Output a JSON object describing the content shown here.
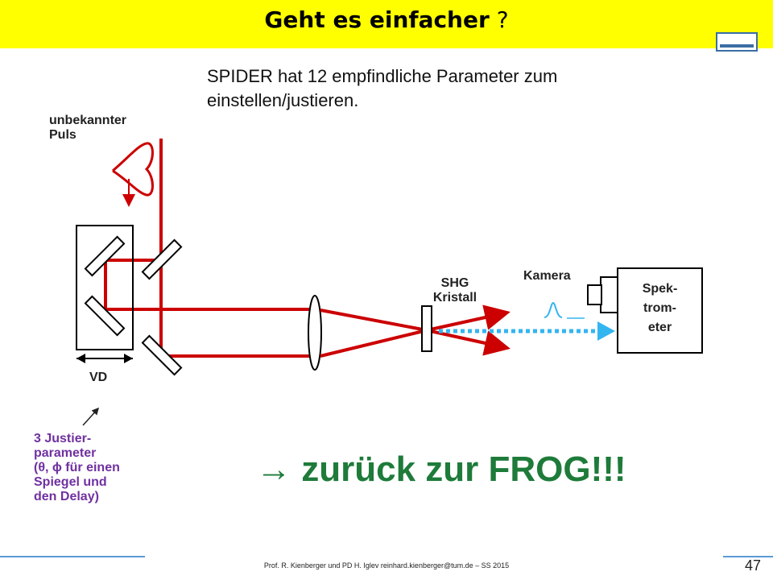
{
  "slide": {
    "title": "Geht es einfacher",
    "title_suffix": " ?",
    "intro_line1": "SPIDER hat 12 empfindliche  Parameter zum",
    "intro_line2": "einstellen/justieren.",
    "label_pulse_1": "unbekannter",
    "label_pulse_2": "Puls",
    "label_vd": "VD",
    "label_shg_1": "SHG",
    "label_shg_2": "Kristall",
    "label_kamera": "Kamera",
    "label_spek_1": "Spek-",
    "label_spek_2": "trom-",
    "label_spek_3": "eter",
    "justier_1": "3 Justier-",
    "justier_2": "parameter",
    "justier_3": "(θ, ϕ für einen",
    "justier_4": "Spiegel und",
    "justier_5": "den Delay)",
    "frog_arrow": "→",
    "frog_text": "zurück zur FROG!!!",
    "footer": "Prof. R. Kienberger und PD H. Iglev reinhard.kienberger@tum.de – SS 2015",
    "page_number": "47"
  },
  "colors": {
    "title_bg": "#ffff00",
    "beam": "#cc0000",
    "signal": "#33b5f0",
    "justier_text": "#7030a0",
    "frog_text": "#1e7b3a",
    "footer_line": "#5b9bd5"
  }
}
